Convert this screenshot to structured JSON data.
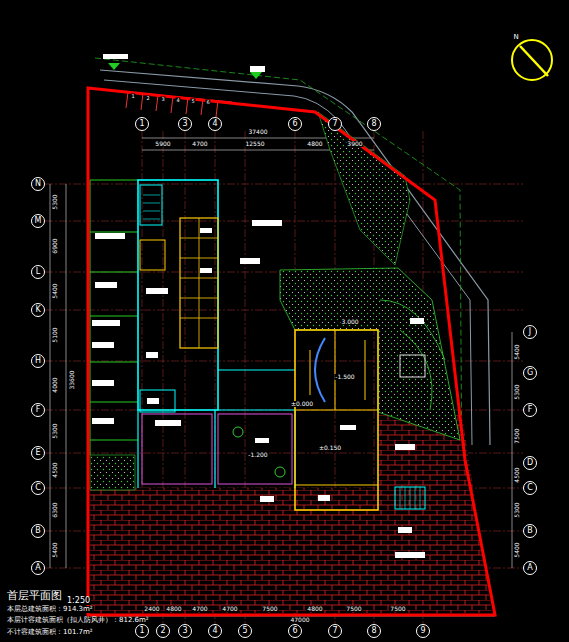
{
  "diagram": {
    "title": "首层平面图",
    "nodes": [
      {
        "text": [
          "1"
        ]
      },
      {
        "text": [
          "3"
        ]
      },
      {
        "text": [
          "4"
        ]
      },
      {
        "text": [
          "6"
        ]
      },
      {
        "text": [
          "7"
        ]
      },
      {
        "text": [
          "8"
        ]
      },
      {
        "text": [
          "N"
        ]
      },
      {
        "text": [
          "M"
        ]
      },
      {
        "text": [
          "L"
        ]
      },
      {
        "text": [
          "K"
        ]
      },
      {
        "text": [
          "H"
        ]
      },
      {
        "text": [
          "F"
        ]
      },
      {
        "text": [
          "E"
        ]
      },
      {
        "text": [
          "C"
        ]
      },
      {
        "text": [
          "B"
        ]
      },
      {
        "text": [
          "A"
        ]
      },
      {
        "text": [
          "J"
        ]
      },
      {
        "text": [
          "G"
        ]
      },
      {
        "text": [
          "F"
        ]
      },
      {
        "text": [
          "D"
        ]
      },
      {
        "text": [
          "C"
        ]
      },
      {
        "text": [
          "B"
        ]
      },
      {
        "text": [
          "A"
        ]
      },
      {
        "text": [
          "1"
        ]
      },
      {
        "text": [
          "2"
        ]
      },
      {
        "text": [
          "3"
        ]
      },
      {
        "text": [
          "4"
        ]
      },
      {
        "text": [
          "5"
        ]
      },
      {
        "text": [
          "6"
        ]
      },
      {
        "text": [
          "7"
        ]
      },
      {
        "text": [
          "8"
        ]
      },
      {
        "text": [
          "9"
        ]
      }
    ],
    "labels": [
      "1:250",
      "本层总建筑面积：914.3m²",
      "本层计容建筑面积（扣人防风井）：812.6m²",
      "不计容建筑面积：101.7m²",
      "N",
      "1",
      "2",
      "3",
      "4",
      "5",
      "6",
      "5900",
      "4700",
      "12550",
      "4800",
      "3900",
      "37400",
      "2400",
      "4800",
      "4700",
      "4700",
      "7500",
      "4800",
      "7500",
      "7500",
      "47000",
      "5300",
      "6900",
      "5400",
      "5100",
      "4000",
      "5300",
      "4500",
      "6300",
      "5400",
      "33600",
      "5400",
      "5300",
      "7500",
      "4500",
      "5300",
      "5400",
      "±0.000",
      "-1.500",
      "3.000",
      "±0.150",
      "-1.200"
    ]
  }
}
